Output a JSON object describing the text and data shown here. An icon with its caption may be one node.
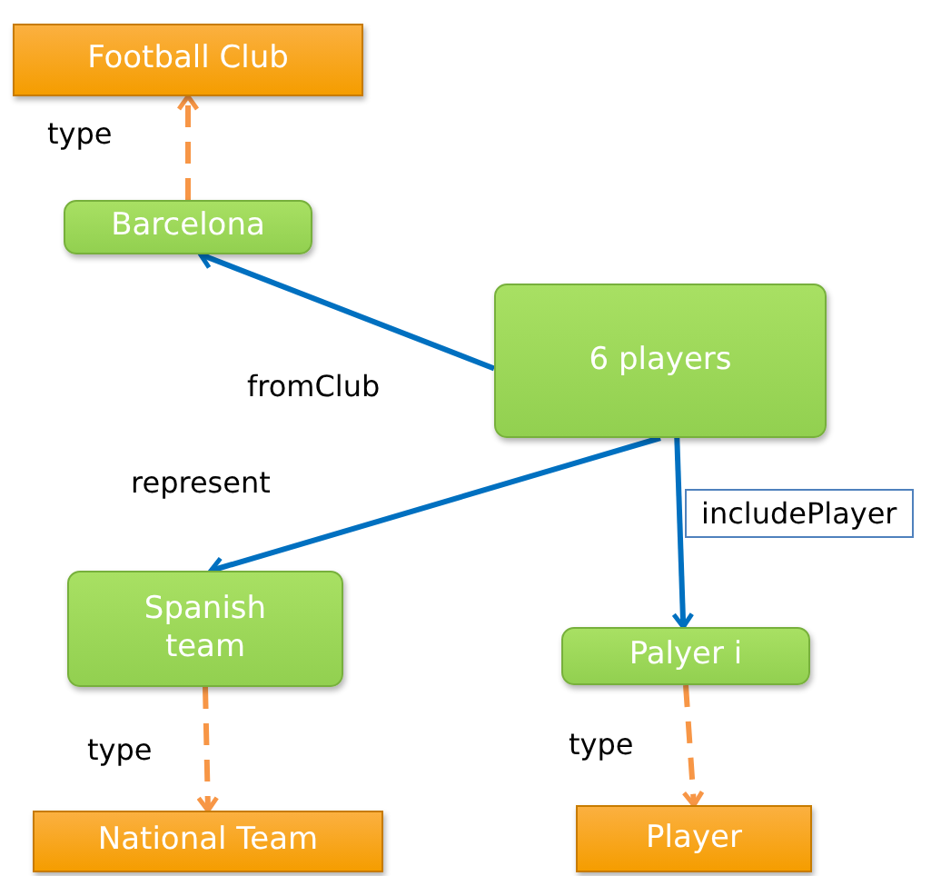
{
  "diagram": {
    "nodes": [
      {
        "text": [
          "Football Club"
        ]
      },
      {
        "text": [
          "Barcelona"
        ]
      },
      {
        "text": [
          "6 players"
        ]
      },
      {
        "text": [
          "Spanish team"
        ]
      },
      {
        "text": [
          "Palyer i"
        ]
      },
      {
        "text": [
          "National Team"
        ]
      },
      {
        "text": [
          "Player"
        ]
      }
    ],
    "edges": [
      {
        "from": 1,
        "to": 0,
        "arrow": "to",
        "label": "type",
        "style": "dashed",
        "color": "#f79646"
      },
      {
        "from": 2,
        "to": 1,
        "arrow": "to",
        "label": "fromClub",
        "color": "#0070c0"
      },
      {
        "from": 2,
        "to": 3,
        "arrow": "to",
        "label": "represent",
        "color": "#0070c0"
      },
      {
        "from": 2,
        "to": 4,
        "arrow": "to",
        "label": "includePlayer",
        "color": "#0070c0"
      },
      {
        "from": 3,
        "to": 5,
        "arrow": "to",
        "label": "type",
        "style": "dashed",
        "color": "#f79646"
      },
      {
        "from": 4,
        "to": 6,
        "arrow": "to",
        "label": "type",
        "style": "dashed",
        "color": "#f79646"
      }
    ]
  }
}
